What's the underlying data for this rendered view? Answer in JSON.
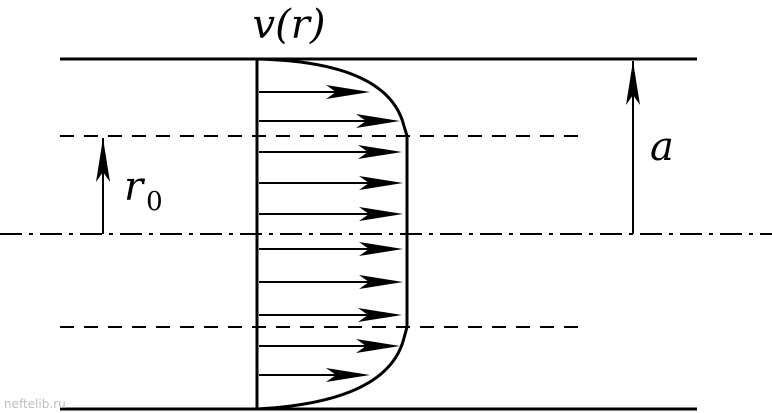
{
  "labels": {
    "velocity": "v(r)",
    "core_radius_symbol": "r",
    "core_radius_subscript": "0",
    "pipe_radius": "a"
  },
  "watermark": "neftelib.ru",
  "colors": {
    "ink": "#000000",
    "watermark": "#bdbdbd",
    "background": "#ffffff"
  },
  "profile": {
    "arrow_count": 10,
    "flat_core": true
  }
}
